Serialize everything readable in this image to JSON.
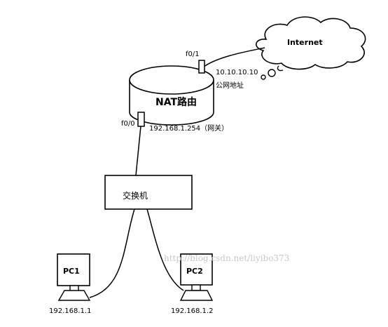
{
  "cloud_label": "Internet",
  "router": {
    "name": "NAT路由",
    "name_color": "#e8191d",
    "wan_port": "f0/1",
    "wan_ip": "10.10.10.10",
    "wan_note": "公网地址",
    "lan_port": "f0/0",
    "lan_ip": "192.168.1.254（网关）"
  },
  "switch_label": "交换机",
  "pcs": [
    {
      "name": "PC1",
      "ip": "192.168.1.1"
    },
    {
      "name": "PC2",
      "ip": "192.168.1.2"
    }
  ],
  "watermark": "http://blog.csdn.net/liyibo373"
}
